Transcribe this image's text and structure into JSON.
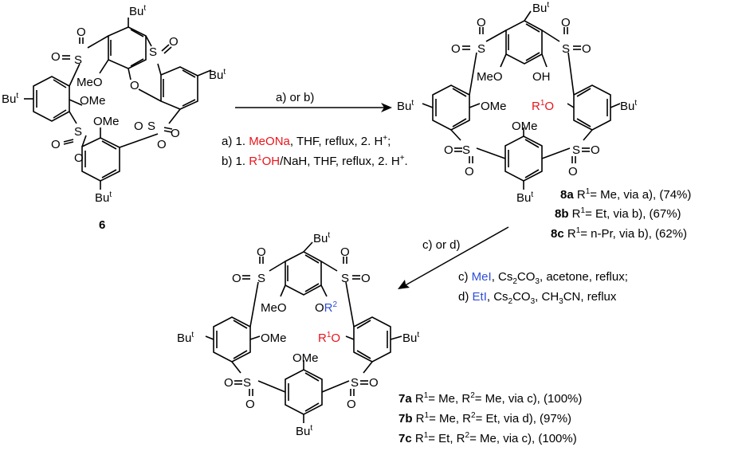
{
  "compound_6": {
    "number": "6",
    "groups": {
      "but_top": "Bu",
      "but_right": "Bu",
      "but_left": "Bu",
      "but_bottom": "Bu",
      "tert": "t",
      "meo_upper": "MeO",
      "ome_left": "OMe",
      "ome_bottom": "OMe",
      "o_bridge": "O",
      "sulfur": "S",
      "oxygen": "O"
    }
  },
  "compound_8": {
    "groups": {
      "but": "Bu",
      "tert": "t",
      "meo": "MeO",
      "oh": "OH",
      "ome": "OMe",
      "r1": "R",
      "r1_sup": "1",
      "o": "O",
      "sulfur": "S",
      "oxygen": "O"
    }
  },
  "compound_7": {
    "groups": {
      "but": "Bu",
      "tert": "t",
      "meo": "MeO",
      "r2": "R",
      "r2_sup": "2",
      "ome": "OMe",
      "r1": "R",
      "r1_sup": "1",
      "o": "O",
      "sulfur": "S",
      "oxygen": "O"
    }
  },
  "arrow1": {
    "label": "a) or b)",
    "cond_a": {
      "prefix": "a) 1. ",
      "reagent": "MeONa",
      "rest": ", THF, reflux, 2. H",
      "sup": "+",
      "end": ";"
    },
    "cond_b": {
      "prefix": "b) 1. ",
      "reagent": "R",
      "reagent_sup": "1",
      "reagent_rest": "OH",
      "rest": "/NaH, THF, reflux, 2. H",
      "sup": "+",
      "end": "."
    }
  },
  "arrow2": {
    "label": "c) or d)",
    "cond_c": {
      "prefix": "c) ",
      "reagent": "MeI",
      "rest1": ", Cs",
      "sub1": "2",
      "rest2": "CO",
      "sub2": "3",
      "rest3": ", acetone, reflux;"
    },
    "cond_d": {
      "prefix": "d) ",
      "reagent": "EtI",
      "rest1": ", Cs",
      "sub1": "2",
      "rest2": "CO",
      "sub2": "3",
      "rest3": ", CH",
      "sub3": "3",
      "rest4": "CN, reflux"
    }
  },
  "results_8": [
    {
      "id": "8a",
      "text1": " R",
      "sup1": "1",
      "text2": "= Me, via a), (74%)"
    },
    {
      "id": "8b",
      "text1": " R",
      "sup1": "1",
      "text2": "= Et, via b), (67%)"
    },
    {
      "id": "8c",
      "text1": " R",
      "sup1": "1",
      "text2": "= n-Pr, via b), (62%)"
    }
  ],
  "results_7": [
    {
      "id": "7a",
      "text1": " R",
      "sup1": "1",
      "text2": "= Me, R",
      "sup2": "2",
      "text3": "= Me, via c), (100%)"
    },
    {
      "id": "7b",
      "text1": " R",
      "sup1": "1",
      "text2": "= Me, R",
      "sup2": "2",
      "text3": "= Et, via d), (97%)"
    },
    {
      "id": "7c",
      "text1": " R",
      "sup1": "1",
      "text2": "= Et, R",
      "sup2": "2",
      "text3": "= Me, via c), (100%)"
    }
  ],
  "colors": {
    "red": "#e8141b",
    "blue": "#2e4fd6",
    "black": "#000000"
  }
}
